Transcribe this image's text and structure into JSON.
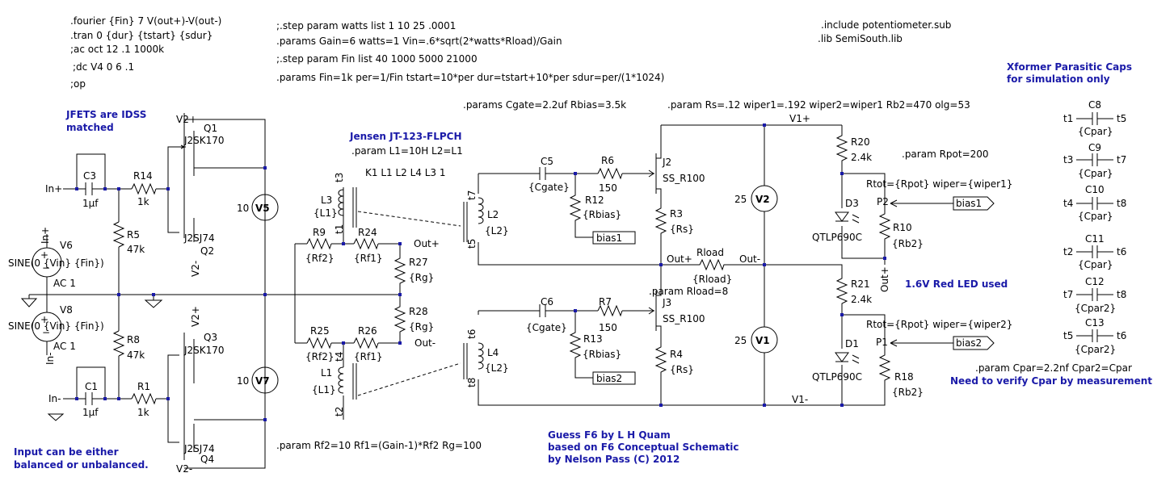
{
  "directives": {
    "fourier": ".fourier {Fin} 7 V(out+)-V(out-)",
    "tran": ".tran 0 {dur} {tstart} {sdur}",
    "ac": ";ac oct 12 .1 1000k",
    "dc": ";dc V4 0 6 .1",
    "op": ";op",
    "step_watts": ";.step param watts list 1  10   25 .0001",
    "params_gain": ".params Gain=6 watts=1 Vin=.6*sqrt(2*watts*Rload)/Gain",
    "step_fin": ";.step param Fin list  40 1000 5000 21000",
    "params_fin": ".params Fin=1k per=1/Fin tstart=10*per dur=tstart+10*per sdur=per/(1*1024)",
    "params_cgate": ".params Cgate=2.2uf Rbias=3.5k",
    "param_rs": ".param Rs=.12 wiper1=.192 wiper2=wiper1 Rb2=470 olg=53",
    "include": ".include potentiometer.sub",
    "lib": ".lib SemiSouth.lib",
    "param_l": ".param L1=10H L2=L1",
    "coupling": "K1 L1 L2 L4  L3 1",
    "param_rpot": ".param Rpot=200",
    "param_rload": ".param Rload=8",
    "param_rf": ".param Rf2=10 Rf1=(Gain-1)*Rf2 Rg=100",
    "param_cpar": ".param Cpar=2.2nf Cpar2=Cpar"
  },
  "notes": {
    "jfets_1": "JFETS are IDSS",
    "jfets_2": "matched",
    "jensen": "Jensen JT-123-FLPCH",
    "xformer_1": "Xformer Parasitic Caps",
    "xformer_2": "for simulation only",
    "led": "1.6V Red LED used",
    "verify": "Need to verify Cpar by measurement",
    "input_1": "Input can be either",
    "input_2": "balanced or unbalanced.",
    "credit_1": "Guess F6 by L H Quam",
    "credit_2": "based on F6 Conceptual Schematic",
    "credit_3": "by Nelson Pass  (C) 2012"
  },
  "nets": {
    "in_plus": "In+",
    "in_minus": "In-",
    "v2_plus": "V2+",
    "v2_minus": "V2-",
    "v1_plus": "V1+",
    "v1_minus": "V1-",
    "out_plus": "Out+",
    "out_minus": "Out-",
    "bias1": "bias1",
    "bias2": "bias2"
  },
  "components": {
    "C3": {
      "ref": "C3",
      "value": "1µf"
    },
    "C1": {
      "ref": "C1",
      "value": "1µf"
    },
    "R14": {
      "ref": "R14",
      "value": "1k"
    },
    "R1": {
      "ref": "R1",
      "value": "1k"
    },
    "R5": {
      "ref": "R5",
      "value": "47k"
    },
    "R8": {
      "ref": "R8",
      "value": "47k"
    },
    "V6": {
      "ref": "V6",
      "value": "SINE(0 {Vin} {Fin})",
      "ac": "AC 1"
    },
    "V8": {
      "ref": "V8",
      "value": "SINE(0 {Vin} {Fin})",
      "ac": "AC 1"
    },
    "Q1": {
      "ref": "Q1",
      "value": "J2SK170"
    },
    "Q2": {
      "ref": "Q2",
      "value": "J2SJ74"
    },
    "Q3": {
      "ref": "Q3",
      "value": "J2SK170"
    },
    "Q4": {
      "ref": "Q4",
      "value": "J2SJ74"
    },
    "V5": {
      "ref": "V5",
      "value": "10"
    },
    "V7": {
      "ref": "V7",
      "value": "10"
    },
    "L3": {
      "ref": "L3",
      "value": "{L1}"
    },
    "L1": {
      "ref": "L1",
      "value": "{L1}"
    },
    "L2": {
      "ref": "L2",
      "value": "{L2}"
    },
    "L4": {
      "ref": "L4",
      "value": "{L2}"
    },
    "R9": {
      "ref": "R9",
      "value": "{Rf2}"
    },
    "R24": {
      "ref": "R24",
      "value": "{Rf1}"
    },
    "R25": {
      "ref": "R25",
      "value": "{Rf2}"
    },
    "R26": {
      "ref": "R26",
      "value": "{Rf1}"
    },
    "R27": {
      "ref": "R27",
      "value": "{Rg}"
    },
    "R28": {
      "ref": "R28",
      "value": "{Rg}"
    },
    "C5": {
      "ref": "C5",
      "value": "{Cgate}"
    },
    "C6": {
      "ref": "C6",
      "value": "{Cgate}"
    },
    "R6": {
      "ref": "R6",
      "value": "150"
    },
    "R7": {
      "ref": "R7",
      "value": "150"
    },
    "R12": {
      "ref": "R12",
      "value": "{Rbias}"
    },
    "R13": {
      "ref": "R13",
      "value": "{Rbias}"
    },
    "J2": {
      "ref": "J2",
      "value": "SS_R100"
    },
    "J3": {
      "ref": "J3",
      "value": "SS_R100"
    },
    "R3": {
      "ref": "R3",
      "value": "{Rs}"
    },
    "R4": {
      "ref": "R4",
      "value": "{Rs}"
    },
    "Rload": {
      "ref": "Rload",
      "value": "{Rload}"
    },
    "V2": {
      "ref": "V2",
      "value": "25"
    },
    "V1": {
      "ref": "V1",
      "value": "25"
    },
    "R20": {
      "ref": "R20",
      "value": "2.4k"
    },
    "R21": {
      "ref": "R21",
      "value": "2.4k"
    },
    "D3": {
      "ref": "D3",
      "value": "QTLP690C"
    },
    "D1": {
      "ref": "D1",
      "value": "QTLP690C"
    },
    "P2": {
      "ref": "P2",
      "value": "Rtot={Rpot} wiper={wiper1}"
    },
    "P1": {
      "ref": "P1",
      "value": "Rtot={Rpot} wiper={wiper2}"
    },
    "R10": {
      "ref": "R10",
      "value": "{Rb2}"
    },
    "R18": {
      "ref": "R18",
      "value": "{Rb2}"
    },
    "C8": {
      "ref": "C8",
      "value": "{Cpar}",
      "a": "t1",
      "b": "t5"
    },
    "C9": {
      "ref": "C9",
      "value": "{Cpar}",
      "a": "t3",
      "b": "t7"
    },
    "C10": {
      "ref": "C10",
      "value": "{Cpar}",
      "a": "t4",
      "b": "t8"
    },
    "C11": {
      "ref": "C11",
      "value": "{Cpar}",
      "a": "t2",
      "b": "t6"
    },
    "C12": {
      "ref": "C12",
      "value": "{Cpar2}",
      "a": "t7",
      "b": "t8"
    },
    "C13": {
      "ref": "C13",
      "value": "{Cpar2}",
      "a": "t5",
      "b": "t6"
    }
  },
  "taps": {
    "t1": "t1",
    "t2": "t2",
    "t3": "t3",
    "t4": "t4",
    "t5": "t5",
    "t6": "t6",
    "t7": "t7",
    "t8": "t8"
  }
}
